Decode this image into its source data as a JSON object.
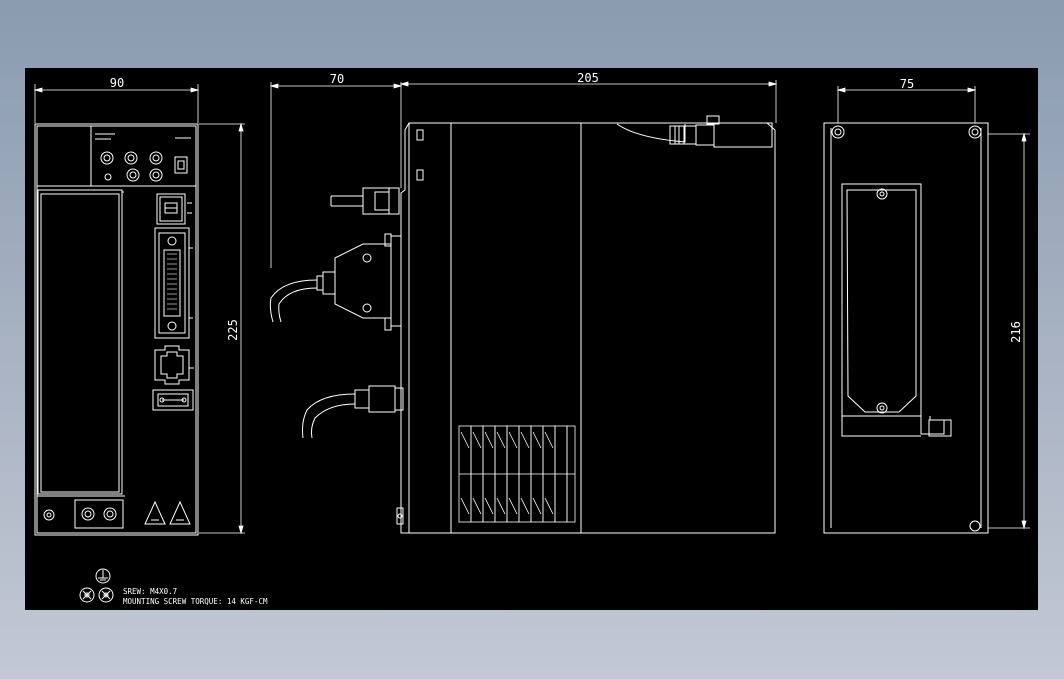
{
  "drawing": {
    "dimensions": {
      "front_width": "90",
      "side_depth_offset": "70",
      "side_depth": "205",
      "rear_width": "75",
      "front_height": "225",
      "rear_height": "216"
    },
    "notes": {
      "screw": "SREW: M4X0.7",
      "torque": "MOUNTING SCREW TORQUE: 14 KGF-CM"
    },
    "colors": {
      "background_top": "#8a9bb0",
      "background_bottom": "#c3c8d4",
      "canvas": "#000000",
      "line": "#ffffff"
    }
  }
}
